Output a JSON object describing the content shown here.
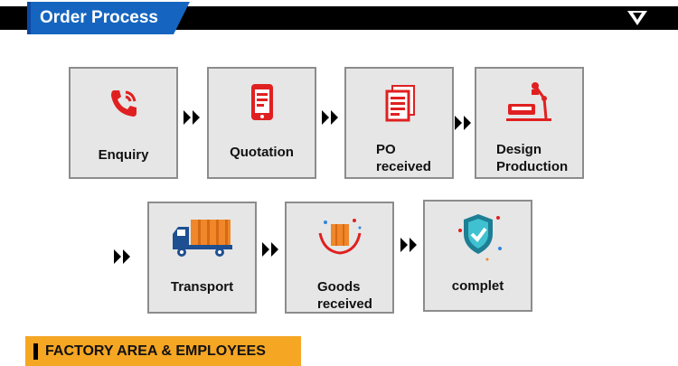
{
  "header": {
    "title": "Order Process"
  },
  "steps": [
    {
      "line1": "Enquiry",
      "line2": ""
    },
    {
      "line1": "Quotation",
      "line2": ""
    },
    {
      "line1": "PO",
      "line2": "received"
    },
    {
      "line1": "Design",
      "line2": "Production"
    },
    {
      "line1": "Transport",
      "line2": ""
    },
    {
      "line1": "Goods",
      "line2": "received"
    },
    {
      "line1": "complet",
      "line2": ""
    }
  ],
  "section": {
    "title": "FACTORY AREA & EMPLOYEES"
  },
  "colors": {
    "accent_blue": "#1565c0",
    "icon_red": "#e02020",
    "banner_orange": "#f5a623"
  }
}
